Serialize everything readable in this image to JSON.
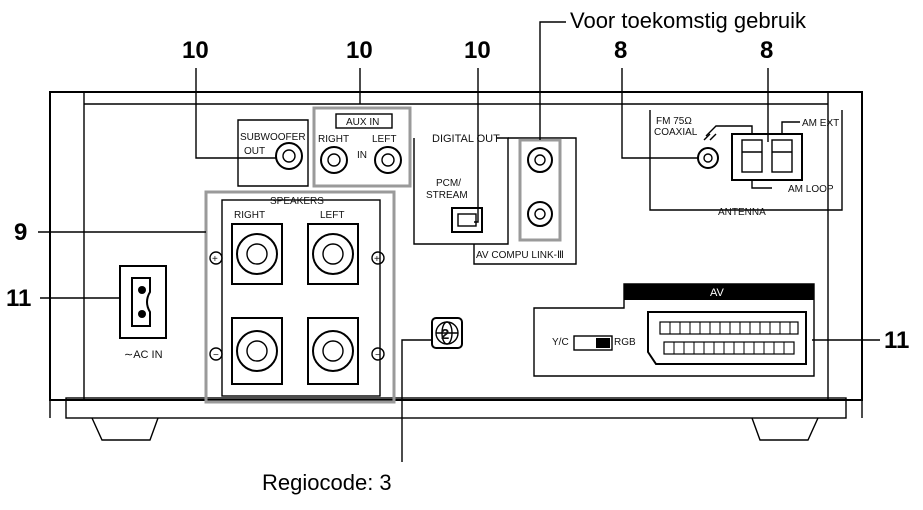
{
  "callouts": {
    "top_left_10": "10",
    "top_mid_10": "10",
    "top_right_10": "10",
    "future_use": "Voor toekomstig gebruik",
    "antenna_8_a": "8",
    "antenna_8_b": "8",
    "speakers_9": "9",
    "ac_11": "11",
    "av_11": "11",
    "region_code": "Regiocode: 3"
  },
  "panel": {
    "aux_in": "AUX IN",
    "right": "RIGHT",
    "left": "LEFT",
    "in": "IN",
    "subwoofer": "SUBWOOFER",
    "out": "OUT",
    "digital_out": "DIGITAL OUT",
    "pcm": "PCM/",
    "stream": "STREAM",
    "av_compu_link": "AV  COMPU  LINK-Ⅲ",
    "fm_coaxial_1": "FM 75Ω",
    "fm_coaxial_2": "COAXIAL",
    "am_ext": "AM  EXT",
    "am_loop": "AM  LOOP",
    "antenna": "ANTENNA",
    "speakers": "SPEAKERS",
    "sp_right": "RIGHT",
    "sp_left": "LEFT",
    "plus": "+",
    "minus": "−",
    "ac_in": "∼AC IN",
    "av": "AV",
    "yc": "Y/C",
    "rgb": "RGB",
    "region_digit": "2"
  }
}
